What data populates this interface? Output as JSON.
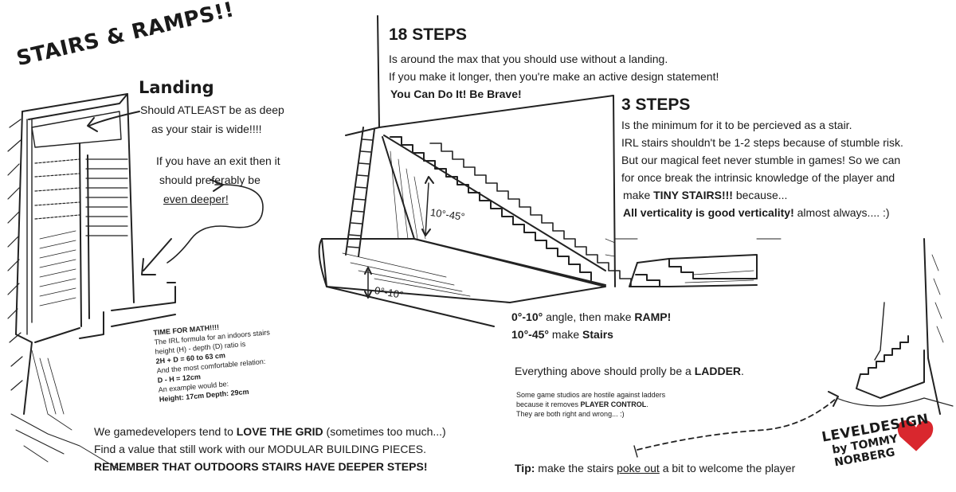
{
  "title": "STAIRS & RAMPS!!",
  "landing": {
    "heading": "Landing",
    "line1": "Should ATLEAST be as deep",
    "line2": "as your stair is wide!!!!",
    "line3": "If you have an exit then it",
    "line4": "should preferably be",
    "line5": "even deeper!"
  },
  "math": {
    "heading": "TIME FOR MATH!!!!",
    "line1": "The IRL formula for an indoors stairs",
    "line2": "height (H) - depth (D) ratio is",
    "formula1": "2H + D = 60 to 63 cm",
    "line3": "And the most comfortable relation:",
    "formula2": "D - H = 12cm",
    "line4": "An example would be:",
    "example": "Height: 17cm Depth: 29cm"
  },
  "eighteen": {
    "heading": "18 STEPS",
    "line1": "Is around the max that you should use without a landing.",
    "line2": "If you make it longer, then you're make an active design statement!",
    "line3": "You Can Do It! Be Brave!"
  },
  "three": {
    "heading": "3 STEPS",
    "line1": "Is the minimum for it to be percieved as a stair.",
    "line2": "IRL stairs shouldn't be 1-2 steps because of stumble risk.",
    "line3": "But our magical feet never stumble in games! So we can",
    "line4": "for once break the intrinsic knowledge of the player and",
    "line5a": "make ",
    "line5b": "TINY STAIRS!!!",
    "line5c": " because...",
    "line6a": "All verticality is good verticality!",
    "line6b": " almost always.... :)"
  },
  "angles": {
    "stair_label": "10°-45°",
    "ramp_label": "0°-10°",
    "line1a": "0°-10°",
    "line1b": " angle, then make ",
    "line1c": "RAMP!",
    "line2a": "10°-45°",
    "line2b": " make ",
    "line2c": "Stairs"
  },
  "ladder": {
    "line1a": "Everything above should prolly be a ",
    "line1b": "LADDER",
    "line1c": ".",
    "small1": "Some game studios are hostile against ladders",
    "small2a": "because it removes ",
    "small2b": "PLAYER CONTROL",
    "small2c": ".",
    "small3": "They are both right and wrong... :)"
  },
  "grid": {
    "line1a": "We gamedevelopers tend to ",
    "line1b": "LOVE THE GRID",
    "line1c": " (sometimes too much...)",
    "line2": "Find a value that still work with our MODULAR BUILDING PIECES.",
    "line3": "REMEMBER THAT OUTDOORS STAIRS HAVE DEEPER STEPS!"
  },
  "tip": {
    "label": "Tip:",
    "text1": " make the stairs ",
    "text2": "poke out",
    "text3": " a bit to welcome the player"
  },
  "signature": {
    "line1": "LEVELDESIGN",
    "line2": "by TOMMY NORBERG"
  },
  "colors": {
    "ink": "#1a1a1a",
    "heart": "#d9272e"
  }
}
